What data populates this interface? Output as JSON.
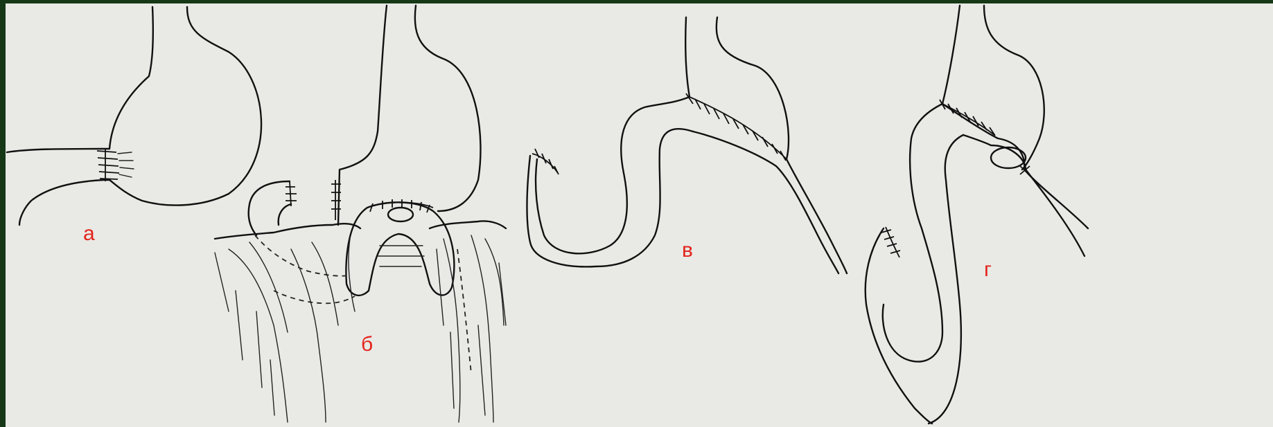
{
  "labels": {
    "a": "а",
    "b": "б",
    "v": "в",
    "g": "г"
  },
  "colors": {
    "background": "#e9e9e5",
    "border": "#163816",
    "label": "#e3231b",
    "line": "#111111"
  }
}
